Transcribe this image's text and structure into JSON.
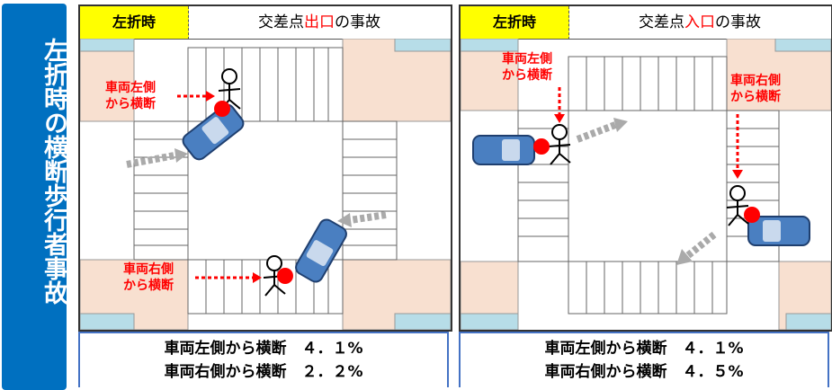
{
  "side_title": "左折時の横断歩行者事故",
  "left_panel": {
    "tag": "左折時",
    "title_prefix": "交差点",
    "title_red": "出口",
    "title_suffix": "の事故",
    "label_a_1": "車両左側",
    "label_a_2": "から横断",
    "label_b_1": "車両右側",
    "label_b_2": "から横断",
    "stat_1": "車両左側から横断　４．１%",
    "stat_2": "車両右側から横断　２．２%"
  },
  "right_panel": {
    "tag": "左折時",
    "title_prefix": "交差点",
    "title_red": "入口",
    "title_suffix": "の事故",
    "label_a_1": "車両左側",
    "label_a_2": "から横断",
    "label_b_1": "車両右側",
    "label_b_2": "から横断",
    "stat_1": "車両左側から横断　４．１%",
    "stat_2": "車両右側から横断　４．５%"
  },
  "colors": {
    "side_bg": "#0070c0",
    "tag_bg": "#ffff00",
    "accent_red": "#ff0000",
    "corner": "#f8e0d0",
    "car": "#4a7fc1"
  }
}
